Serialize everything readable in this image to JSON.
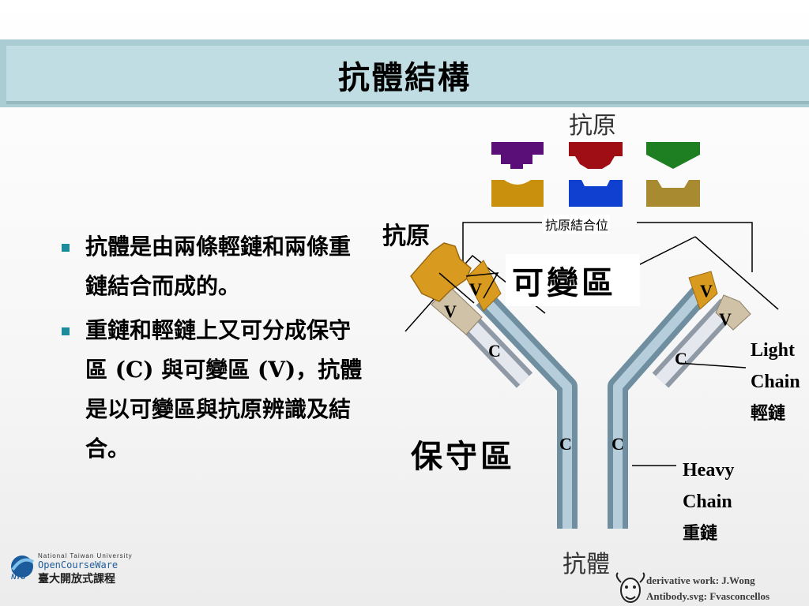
{
  "title": "抗體結構",
  "bullets": [
    "抗體是由兩條輕鏈和兩條重鏈結合而成的。",
    "重鏈和輕鏈上又可分成保守區 (C) 與可變區 (V)，抗體是以可變區與抗原辨識及結合。"
  ],
  "diagram": {
    "antigen_top": "抗原",
    "antigen_left": "抗原",
    "binding_site": "抗原結合位",
    "variable_region": "可變區",
    "constant_region": "保守區",
    "antibody": "抗體",
    "v_labels": [
      "V",
      "V",
      "V",
      "V"
    ],
    "c_labels": [
      "C",
      "C",
      "C",
      "C"
    ],
    "light_chain": {
      "en1": "Light",
      "en2": "Chain",
      "zh": "輕鏈"
    },
    "heavy_chain": {
      "en1": "Heavy",
      "en2": "Chain",
      "zh": "重鏈"
    },
    "antigen_colors": [
      "#5a0f78",
      "#9e0e14",
      "#1e7e22",
      "#c8900c",
      "#1040d0",
      "#a88a30"
    ]
  },
  "logo": {
    "university": "National Taiwan University",
    "ocw": "OpenCourseWare",
    "zh": "臺大開放式課程",
    "ntu": "NTU"
  },
  "credits": [
    "derivative work: J.Wong",
    "Antibody.svg: Fvasconcellos"
  ]
}
